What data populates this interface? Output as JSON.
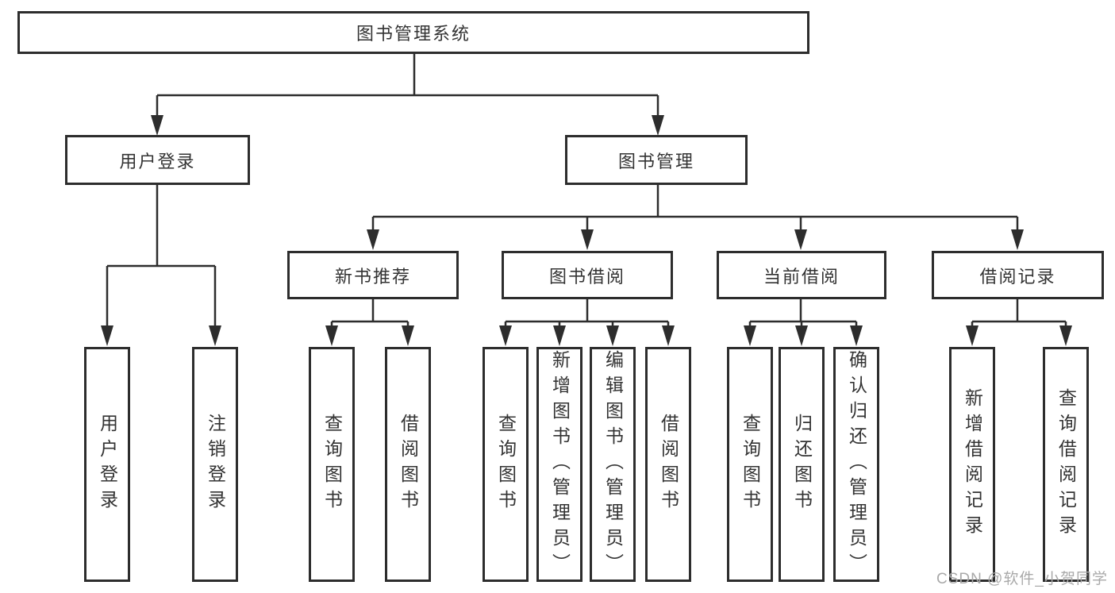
{
  "diagram_title": "图书管理系统",
  "tree": {
    "label": "图书管理系统",
    "children": [
      {
        "label": "用户登录",
        "children": [
          {
            "label": "用户登录"
          },
          {
            "label": "注销登录"
          }
        ]
      },
      {
        "label": "图书管理",
        "children": [
          {
            "label": "新书推荐",
            "children": [
              {
                "label": "查询图书"
              },
              {
                "label": "借阅图书"
              }
            ]
          },
          {
            "label": "图书借阅",
            "children": [
              {
                "label": "查询图书"
              },
              {
                "label": "新增图书（管理员）"
              },
              {
                "label": "编辑图书（管理员）"
              },
              {
                "label": "借阅图书"
              }
            ]
          },
          {
            "label": "当前借阅",
            "children": [
              {
                "label": "查询图书"
              },
              {
                "label": "归还图书"
              },
              {
                "label": "确认归还（管理员）"
              }
            ]
          },
          {
            "label": "借阅记录",
            "children": [
              {
                "label": "新增借阅记录"
              },
              {
                "label": "查询借阅记录"
              }
            ]
          }
        ]
      }
    ]
  },
  "watermark": {
    "text": "CSDN @软件_小贺同学"
  },
  "colors": {
    "line": "#2d2d2d",
    "box_border": "#2d2d2d",
    "text": "#333333",
    "watermark": "#a9a9a9",
    "background": "#ffffff"
  }
}
